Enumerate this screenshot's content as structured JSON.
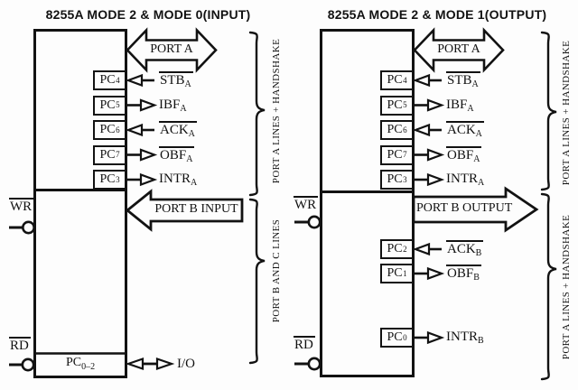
{
  "colors": {
    "ink": "#121212",
    "bg": "#fdfdfd"
  },
  "left": {
    "title": "8255A MODE 2 & MODE 0(INPUT)",
    "port_a_arrow_label": "PORT A",
    "port_b_arrow_label": "PORT B INPUT",
    "wr_label": "WR",
    "rd_label": "RD",
    "io_label": "I/O",
    "pc_bottom": {
      "base": "PC",
      "sub": "0–2"
    },
    "brace_top_label": "PORT A LINES + HANDSHAKE",
    "brace_bottom_label": "PORT B AND C LINES",
    "pins_a": [
      {
        "pc": "PC",
        "sub": "4",
        "signal": "STB",
        "sig_sub": "A",
        "overline": true,
        "dir": "in"
      },
      {
        "pc": "PC",
        "sub": "5",
        "signal": "IBF",
        "sig_sub": "A",
        "overline": false,
        "dir": "out"
      },
      {
        "pc": "PC",
        "sub": "6",
        "signal": "ACK",
        "sig_sub": "A",
        "overline": true,
        "dir": "in"
      },
      {
        "pc": "PC",
        "sub": "7",
        "signal": "OBF",
        "sig_sub": "A",
        "overline": true,
        "dir": "out"
      },
      {
        "pc": "PC",
        "sub": "3",
        "signal": "INTR",
        "sig_sub": "A",
        "overline": false,
        "dir": "out"
      }
    ]
  },
  "right": {
    "title": "8255A MODE 2 & MODE 1(OUTPUT)",
    "port_a_arrow_label": "PORT A",
    "port_b_arrow_label": "PORT B OUTPUT",
    "wr_label": "WR",
    "rd_label": "RD",
    "brace_top_label": "PORT A LINES + HANDSHAKE",
    "brace_bottom_label": "PORT A LINES + HANDSHAKE",
    "pins_a": [
      {
        "pc": "PC",
        "sub": "4",
        "signal": "STB",
        "sig_sub": "A",
        "overline": true,
        "dir": "in"
      },
      {
        "pc": "PC",
        "sub": "5",
        "signal": "IBF",
        "sig_sub": "A",
        "overline": false,
        "dir": "out"
      },
      {
        "pc": "PC",
        "sub": "6",
        "signal": "ACK",
        "sig_sub": "A",
        "overline": true,
        "dir": "in"
      },
      {
        "pc": "PC",
        "sub": "7",
        "signal": "OBF",
        "sig_sub": "A",
        "overline": true,
        "dir": "out"
      },
      {
        "pc": "PC",
        "sub": "3",
        "signal": "INTR",
        "sig_sub": "A",
        "overline": false,
        "dir": "out"
      }
    ],
    "pins_b": [
      {
        "pc": "PC",
        "sub": "2",
        "signal": "ACK",
        "sig_sub": "B",
        "overline": true,
        "dir": "in"
      },
      {
        "pc": "PC",
        "sub": "1",
        "signal": "OBF",
        "sig_sub": "B",
        "overline": true,
        "dir": "out"
      },
      {
        "pc": "PC",
        "sub": "0",
        "signal": "INTR",
        "sig_sub": "B",
        "overline": false,
        "dir": "out"
      }
    ]
  }
}
